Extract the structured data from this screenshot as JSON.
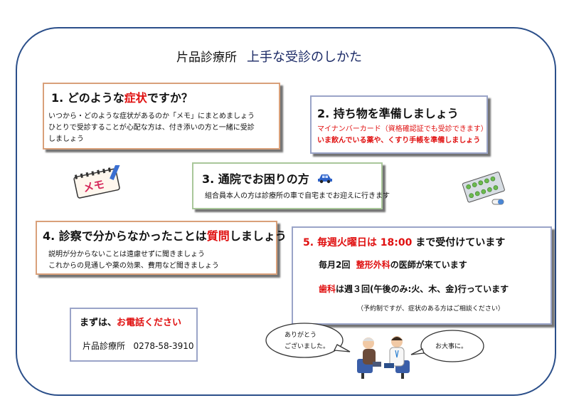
{
  "title": {
    "main": "片品診療所",
    "sub": "上手な受診のしかた"
  },
  "section1": {
    "heading_prefix": "1. どのような",
    "heading_highlight": "症状",
    "heading_suffix": "ですか？",
    "line1": "いつから・どのような症状があるのか「メモ」にまとめましょう",
    "line2": "ひとりで受診することが心配な方は、付き添いの方と一緒に受診",
    "line3": "しましょう"
  },
  "section2": {
    "heading": "2. 持ち物を準備しましょう",
    "line1": "マイナンバーカード（資格確認証でも受診できます）",
    "line2": "いま飲んでいる薬や、くすり手帳を準備しましょう"
  },
  "section3": {
    "heading": "3. 通院でお困りの方",
    "line1": "組合員本人の方は診療所の車で自宅までお迎えに行きます"
  },
  "section4": {
    "heading_prefix": "4. 診察で分からなかったことは",
    "heading_highlight": "質問",
    "heading_suffix": "しましょう",
    "line1": "説明が分からないことは遠慮せずに聞きましょう",
    "line2": "これからの見通しや薬の効果、費用など聞きましょう"
  },
  "section5": {
    "number": "5.",
    "heading_highlight": "毎週火曜日は 18:00",
    "heading_suffix": "まで受付けています",
    "line1_prefix": "毎月2回",
    "line1_highlight": "整形外科",
    "line1_suffix": "の医師が来ています",
    "line2_highlight": "歯科",
    "line2_suffix": "は週３回(午後のみ:火、木、金)行っています",
    "note": "（予約制ですが、症状のある方はご相談ください）"
  },
  "contact": {
    "prefix": "まずは、",
    "highlight": "お電話ください",
    "clinic": "片品診療所",
    "phone": "0278-58-3910"
  },
  "bubbles": {
    "patient_line1": "ありがとう",
    "patient_line2": "ございました。",
    "doctor": "お大事に。"
  },
  "memo_label": "メモ",
  "colors": {
    "accent_red": "#e01010",
    "frame_blue": "#2b4f8a",
    "title_navy": "#1b2a66"
  }
}
